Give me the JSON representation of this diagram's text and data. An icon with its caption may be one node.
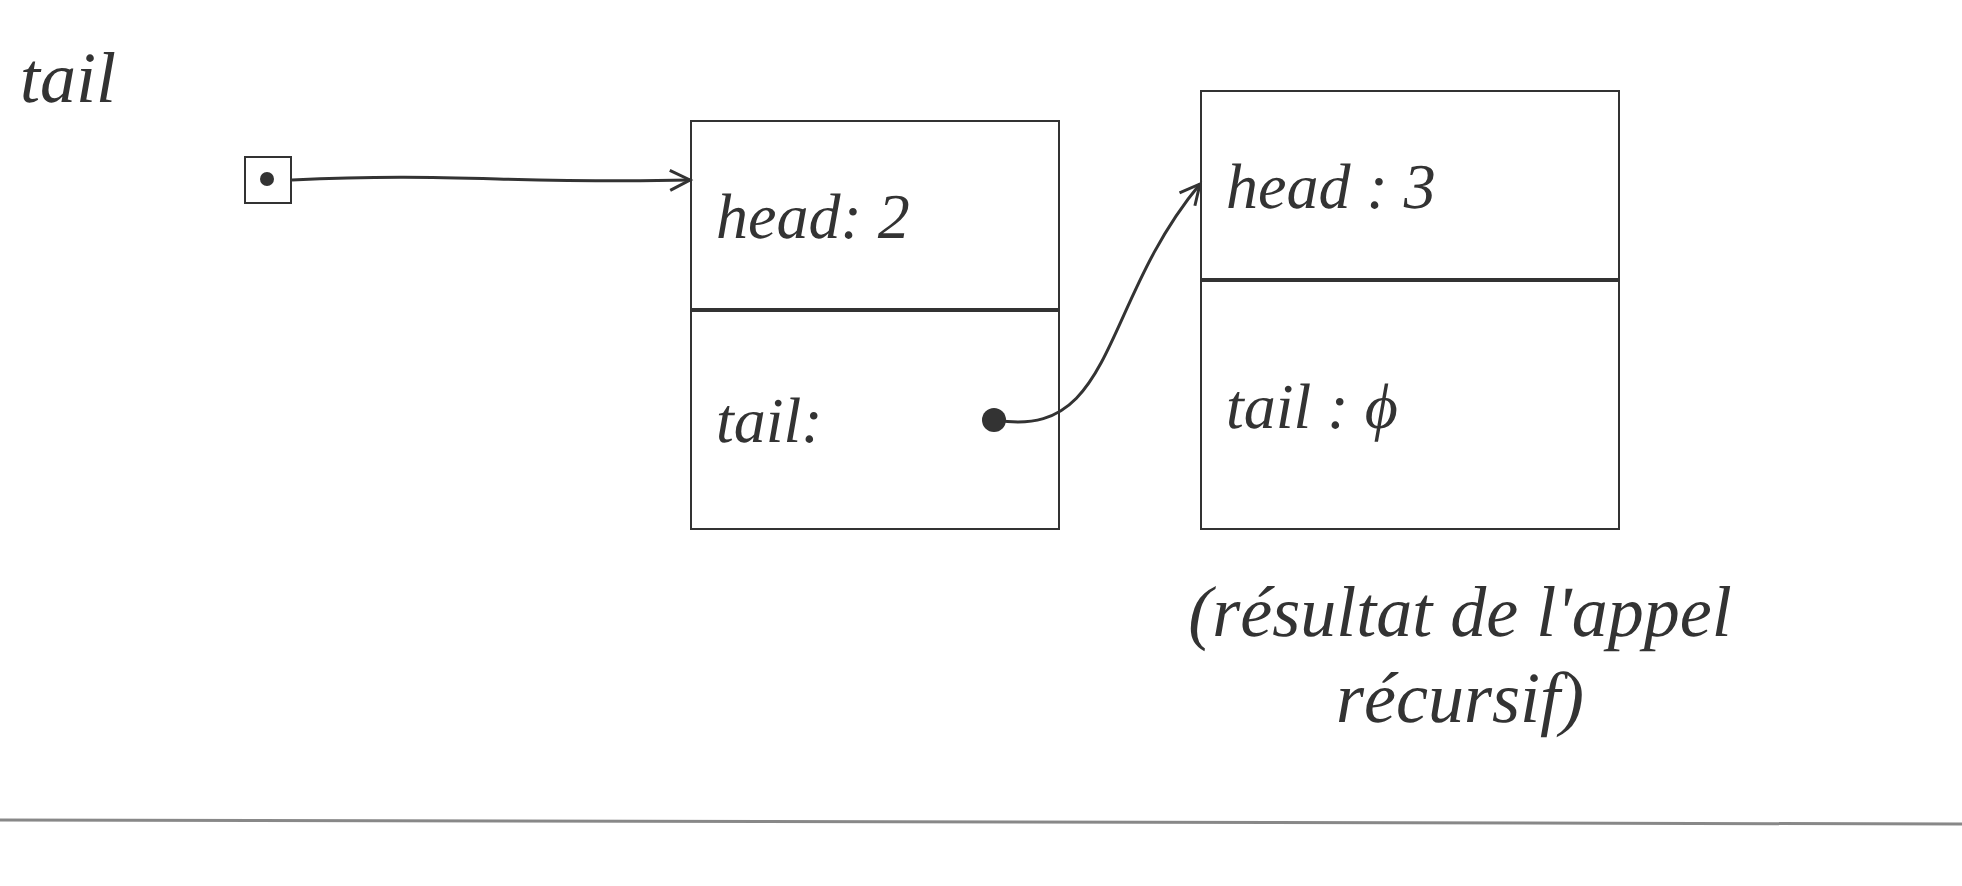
{
  "diagram": {
    "nodes": [
      {
        "text": [],
        "shape": "box"
      },
      {
        "text": [
          "head: 2"
        ]
      },
      {
        "text": [
          "tail:"
        ]
      },
      {
        "text": [
          "head : 3"
        ]
      },
      {
        "text": [
          "tail : ϕ"
        ]
      }
    ],
    "edges": [
      {
        "from": 0,
        "to": 1,
        "arrow": "to"
      },
      {
        "from": 2,
        "to": 3,
        "arrow": "to"
      }
    ],
    "labels": [
      "tail",
      "(résultat de l'appel récursif)"
    ]
  }
}
